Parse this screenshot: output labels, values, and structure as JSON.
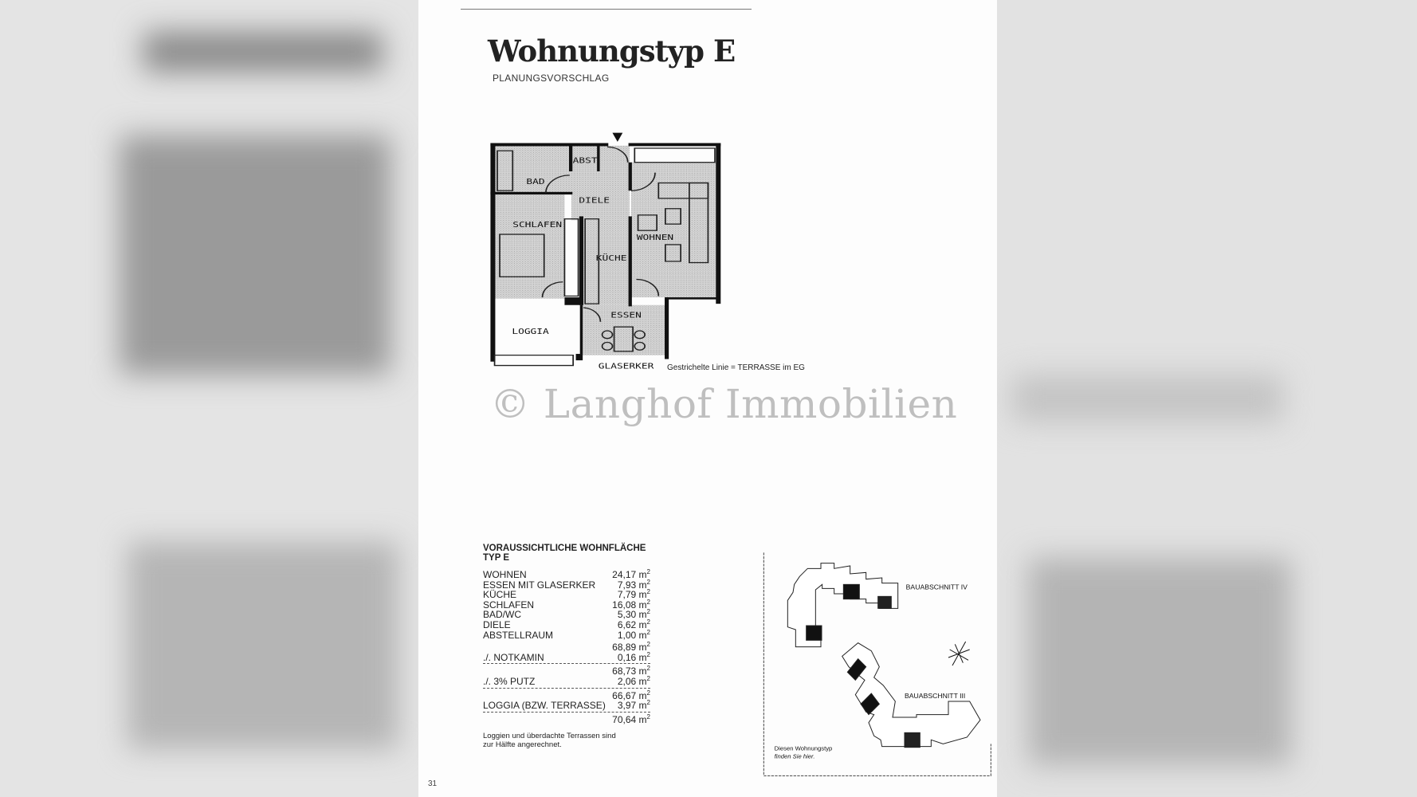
{
  "document": {
    "title": "Wohnungstyp",
    "title_type": "E",
    "subtitle": "PLANUNGSVORSCHLAG",
    "watermark": "© Langhof Immobilien",
    "terrasse_note": "Gestrichelte Linie = TERRASSE im EG",
    "page_number": "31"
  },
  "floorplan": {
    "rooms": {
      "abst": "ABST",
      "bad": "BAD",
      "diele": "DIELE",
      "schlafen": "SCHLAFEN",
      "wohnen": "WOHNEN",
      "kueche": "KÜCHE",
      "essen": "ESSEN",
      "loggia": "LOGGIA",
      "glaserker": "GLASERKER"
    }
  },
  "area_table": {
    "heading_line1": "VORAUSSICHTLICHE WOHNFLÄCHE",
    "heading_line2": "TYP E",
    "unit": "m²",
    "rows": [
      {
        "label": "WOHNEN",
        "value": "24,17"
      },
      {
        "label": "ESSEN MIT GLASERKER",
        "value": "7,93"
      },
      {
        "label": "KÜCHE",
        "value": "7,79"
      },
      {
        "label": "SCHLAFEN",
        "value": "16,08"
      },
      {
        "label": "BAD/WC",
        "value": "5,30"
      },
      {
        "label": "DIELE",
        "value": "6,62"
      },
      {
        "label": "ABSTELLRAUM",
        "value": "1,00"
      }
    ],
    "subtotal1": "68,89",
    "notkamin_label": "./. NOTKAMIN",
    "notkamin_value": "0,16",
    "subtotal2": "68,73",
    "putz_label": "./. 3% PUTZ",
    "putz_value": "2,06",
    "subtotal3": "66,67",
    "loggia_label": "LOGGIA (BZW. TERRASSE)",
    "loggia_value": "3,97",
    "total": "70,64",
    "note": "Loggien und überdachte Terrassen sind zur Hälfte angerechnet."
  },
  "site_plan": {
    "label_iv": "BAUABSCHNITT IV",
    "label_iii": "BAUABSCHNITT III",
    "caption_line1": "Diesen Wohnungstyp",
    "caption_line2": "finden Sie hier."
  }
}
